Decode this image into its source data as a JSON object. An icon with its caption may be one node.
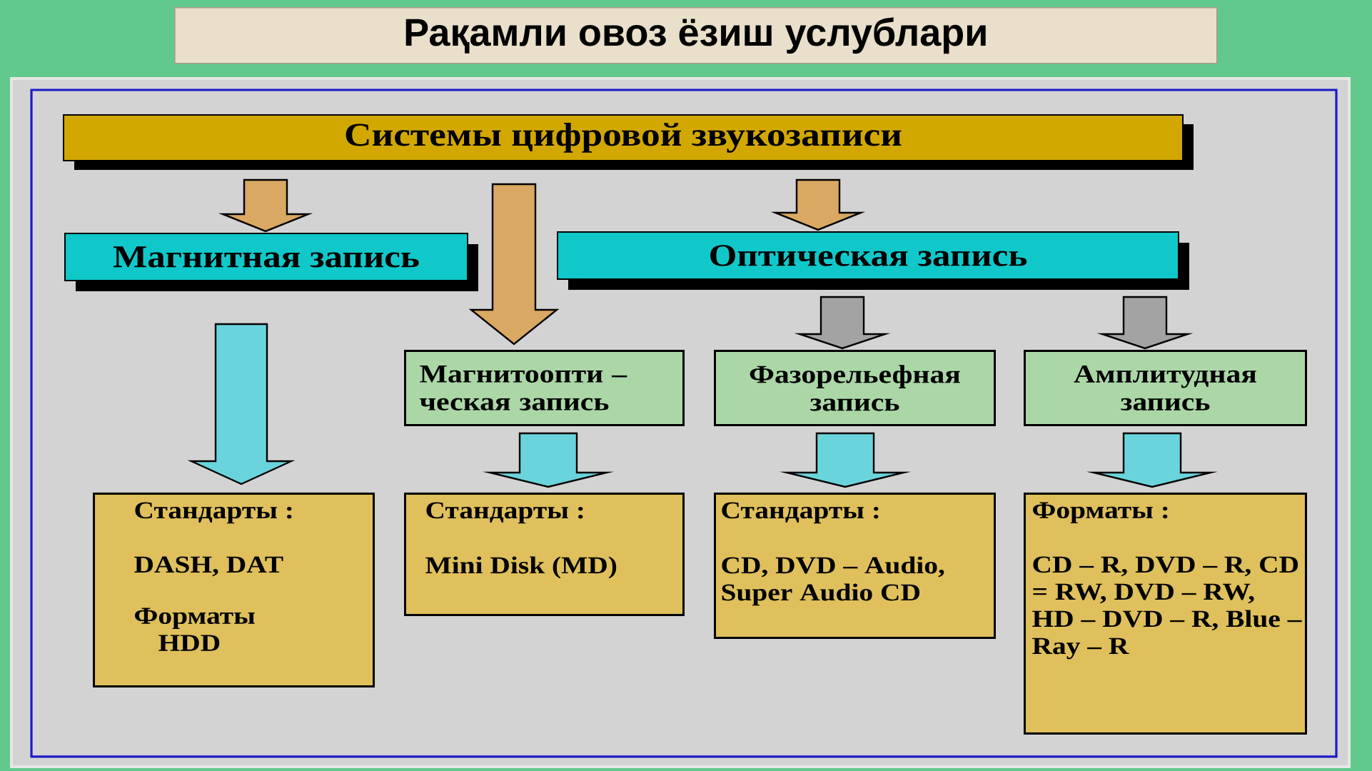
{
  "diagram": {
    "title": "Рақамли овоз ёзиш услублари",
    "nodes": [
      {
        "text": [
          "Системы цифровой звукозаписи"
        ]
      },
      {
        "text": [
          "Магнитная запись"
        ]
      },
      {
        "text": [
          "Оптическая запись"
        ]
      },
      {
        "text": [
          "Магнитоопти – ческая запись"
        ]
      },
      {
        "text": [
          "Фазорельефная запись"
        ]
      },
      {
        "text": [
          "Амплитудная запись"
        ]
      },
      {
        "text": [
          "Стандарты :",
          "DASH, DAT",
          "Форматы",
          "HDD"
        ]
      },
      {
        "text": [
          "Стандарты :",
          "Mini Disk (MD)"
        ]
      },
      {
        "text": [
          "Стандарты :",
          "CD, DVD – Audio, Super Audio CD"
        ]
      },
      {
        "text": [
          "Форматы :",
          "CD – R, DVD – R, CD = RW, DVD – RW, HD – DVD – R, Blue – Ray – R"
        ]
      }
    ],
    "edges": [
      {
        "from": 0,
        "to": 1,
        "arrow": "to",
        "color": "#d9a862"
      },
      {
        "from": 0,
        "to": 3,
        "arrow": "to",
        "color": "#d9a862"
      },
      {
        "from": 0,
        "to": 2,
        "arrow": "to",
        "color": "#d9a862"
      },
      {
        "from": 2,
        "to": 4,
        "arrow": "to",
        "color": "#a3a3a3"
      },
      {
        "from": 2,
        "to": 5,
        "arrow": "to",
        "color": "#a3a3a3"
      },
      {
        "from": 1,
        "to": 6,
        "arrow": "to"
      },
      {
        "from": 3,
        "to": 7,
        "arrow": "to"
      },
      {
        "from": 4,
        "to": 8,
        "arrow": "to"
      },
      {
        "from": 5,
        "to": 9,
        "arrow": "to"
      }
    ]
  }
}
